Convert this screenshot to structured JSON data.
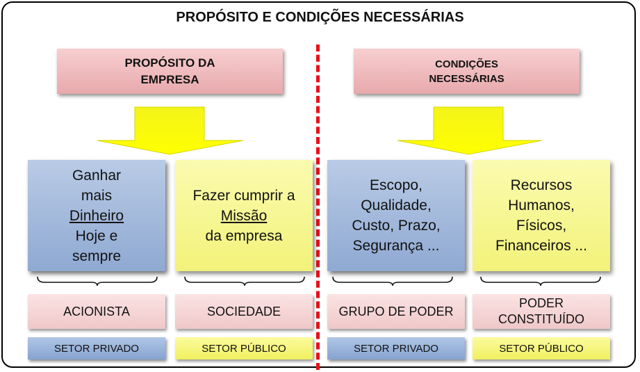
{
  "title": "PROPÓSITO E CONDIÇÕES NECESSÁRIAS",
  "left_header": {
    "line1": "PROPÓSITO DA",
    "line2": "EMPRESA"
  },
  "right_header": {
    "line1": "CONDIÇÕES",
    "line2": "NECESSÁRIAS"
  },
  "boxes": {
    "ganhar": {
      "l1": "Ganhar",
      "l2": "mais",
      "l3": "Dinheiro",
      "l4": "Hoje e",
      "l5": "sempre"
    },
    "fazer": {
      "l1": "Fazer cumprir a",
      "l2": "Missão",
      "l3": "da empresa"
    },
    "escopo": {
      "l1": "Escopo,",
      "l2": "Qualidade,",
      "l3": "Custo, Prazo,",
      "l4": "Segurança ..."
    },
    "recursos": {
      "l1": "Recursos",
      "l2": "Humanos,",
      "l3": "Físicos,",
      "l4": "Financeiros ..."
    }
  },
  "groups": {
    "acionista": "ACIONISTA",
    "sociedade": "SOCIEDADE",
    "grupo_poder": "GRUPO DE PODER",
    "poder_constituido": {
      "l1": "PODER",
      "l2": "CONSTITUÍDO"
    }
  },
  "sectors": {
    "s1": "SETOR PRIVADO",
    "s2": "SETOR PÚBLICO",
    "s3": "SETOR PRIVADO",
    "s4": "SETOR PÚBLICO"
  },
  "colors": {
    "divider": "#e8101a",
    "header_pink": "#eab5b7",
    "blue": "#9fb6dc",
    "yellow": "#f6f68e",
    "arrow": "#ffff00"
  }
}
